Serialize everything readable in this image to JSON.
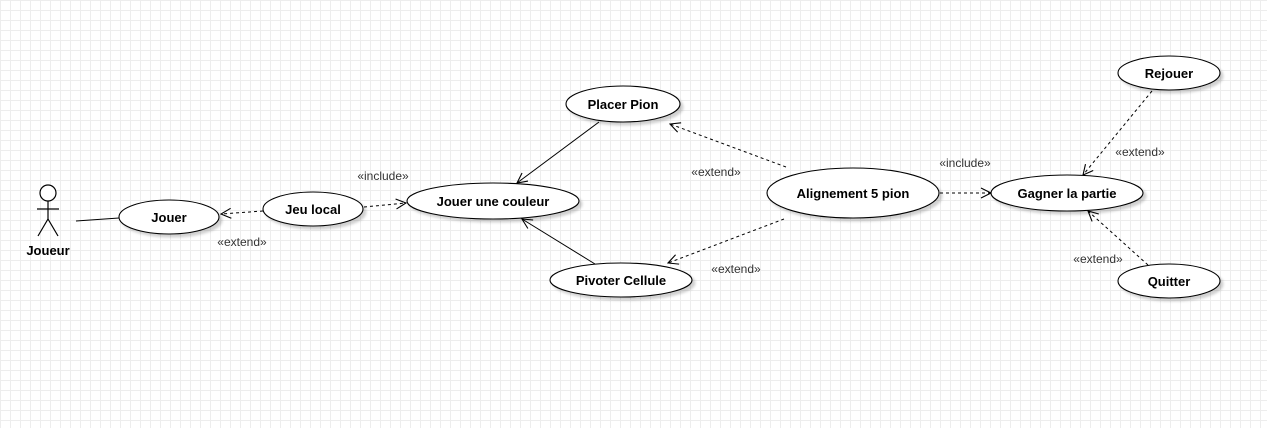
{
  "actor": {
    "name": "Joueur"
  },
  "use_cases": {
    "jouer": "Jouer",
    "jeu_local": "Jeu local",
    "jouer_couleur": "Jouer une couleur",
    "placer_pion": "Placer Pion",
    "pivoter_cellule": "Pivoter Cellule",
    "alignement": "Alignement 5 pion",
    "gagner": "Gagner la partie",
    "rejouer": "Rejouer",
    "quitter": "Quitter"
  },
  "relations": {
    "extend_jeu_local_jouer": "«extend»",
    "include_jeu_local_jouer_couleur": "«include»",
    "extend_alignement_placer": "«extend»",
    "extend_alignement_pivoter": "«extend»",
    "include_alignement_gagner": "«include»",
    "extend_rejouer_gagner": "«extend»",
    "extend_quitter_gagner": "«extend»"
  }
}
